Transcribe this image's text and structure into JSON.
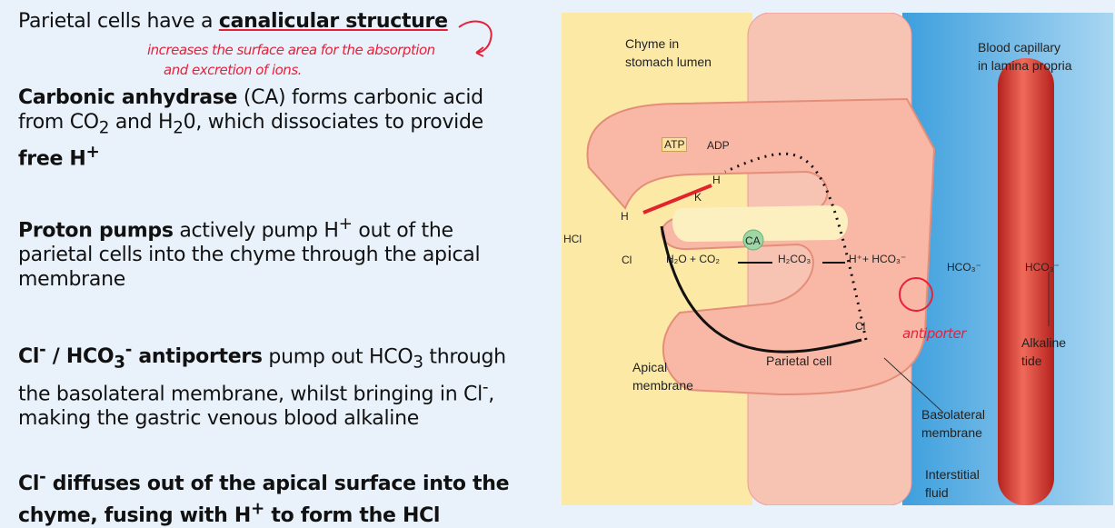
{
  "text_blocks": {
    "b1": {
      "pre": "Parietal cells have a ",
      "bold": "canalicular structure"
    },
    "note": {
      "line1": "increases the surface area for the absorption",
      "line2": "and excretion of ions."
    },
    "b2": {
      "bold": "Carbonic anhydrase",
      "l1": " (CA) forms carbonic acid",
      "l2a": "from CO",
      "l2b": "2",
      "l2c": " and H",
      "l2d": "2",
      "l2e": "0, which dissociates to provide",
      "l3": "free H",
      "sup": "+"
    },
    "b3": {
      "bold": "Proton pumps",
      "l1": " actively pump H",
      "sup": "+",
      "l1b": " out of the",
      "l2": "parietal cells into the chyme through the apical",
      "l3": "membrane"
    },
    "b4": {
      "b1": "Cl",
      "s1": "-",
      "b2": " / HCO",
      "sub": "3",
      "s2": "-",
      "b3": " antiporters",
      "l1": " pump out HCO",
      "sub2": "3",
      "l1b": " through",
      "l2": "the basolateral membrane, whilst bringing in Cl",
      "s3": "-",
      "l2b": ",",
      "l3": "making the gastric venous blood alkaline"
    },
    "b5": {
      "l1a": "Cl",
      "s1": "-",
      "l1b": " diffuses out of the apical surface into the",
      "l2a": "chyme, fusing with H",
      "s2": "+",
      "l2b": "  to form the HCl"
    }
  },
  "diagram": {
    "chyme": [
      "Chyme in",
      "stomach lumen"
    ],
    "blood": [
      "Blood capillary",
      "in lamina propria"
    ],
    "atp": "ATP",
    "adp": "ADP",
    "h": "H",
    "k": "K",
    "cl": "Cl",
    "hcl": "HCl",
    "ca": "CA",
    "eq1": "H₂O + CO₂",
    "eq2": "H₂CO₃",
    "eq3": "H⁺+ HCO₃⁻",
    "hco3": "HCO₃⁻",
    "antiporter": "antiporter",
    "parietal": "Parietal cell",
    "apical": [
      "Apical",
      "membrane"
    ],
    "basolateral": [
      "Basolateral",
      "membrane"
    ],
    "interstitial": [
      "Interstitial",
      "fluid"
    ],
    "alkaline": [
      "Alkaline",
      "tide"
    ]
  },
  "colors": {
    "bg": "#E9F2FB",
    "annotation": "#E8203A",
    "chyme": "#FCE9A6",
    "cell": "#F7C3B3",
    "blood": "#5AAFE3",
    "capillary": "#D8322C"
  }
}
